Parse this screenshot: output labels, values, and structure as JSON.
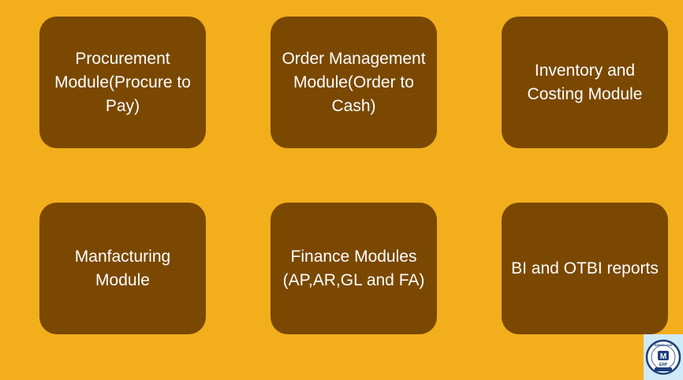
{
  "modules": [
    {
      "label": "Procurement Module(Procure to Pay)"
    },
    {
      "label": "Order Management Module(Order to Cash)"
    },
    {
      "label": "Inventory and Costing Module"
    },
    {
      "label": "Manfacturing Module"
    },
    {
      "label": "Finance Modules (AP,AR,GL and FA)"
    },
    {
      "label": "BI and OTBI reports"
    }
  ],
  "logo": {
    "top_text": "MARSCLOUD",
    "letter": "M",
    "bottom_text": "ERP",
    "est": "EST. 2023"
  },
  "colors": {
    "background": "#f3ae1c",
    "card": "#7a4800",
    "text": "#ffffff"
  }
}
